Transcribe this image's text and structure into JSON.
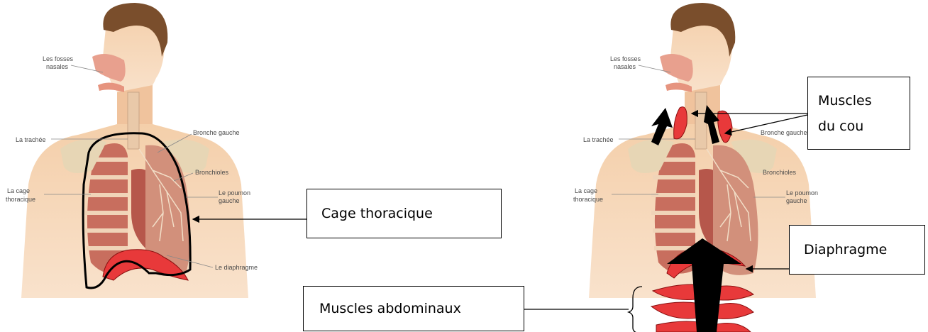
{
  "anatomy_labels": {
    "fosses_line1": "Les fosses",
    "fosses_line2": "nasales",
    "trachee": "La trachée",
    "bronche": "Bronche gauche",
    "bronchioles": "Bronchioles",
    "cage_line1": "La cage",
    "cage_line2": "thoracique",
    "poumon_line1": "Le poumon",
    "poumon_line2": "gauche",
    "diaphragme": "Le diaphragme"
  },
  "callouts": {
    "cage_thoracique": "Cage thoracique",
    "muscles_cou_line1": "Muscles",
    "muscles_cou_line2": "du cou",
    "diaphragme": "Diaphragme",
    "muscles_abdominaux": "Muscles abdominaux"
  },
  "colors": {
    "skin": "#f2c9a4",
    "hair": "#7a4e2c",
    "lung": "#c97c6a",
    "muscle_red": "#e8393a",
    "arrow": "#000000"
  }
}
